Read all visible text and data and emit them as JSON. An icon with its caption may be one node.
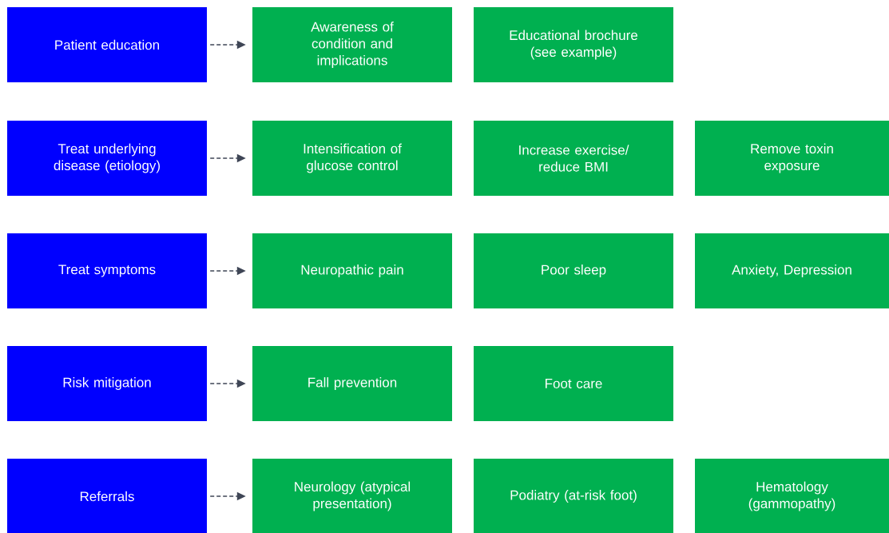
{
  "diagram": {
    "nodes": [
      {
        "text": [
          "Patient education"
        ]
      },
      {
        "text": [
          "Awareness of condition and implications"
        ]
      },
      {
        "text": [
          "Educational brochure (see example)"
        ]
      },
      {
        "text": [
          "Treat underlying disease (etiology)"
        ]
      },
      {
        "text": [
          "Intensification of glucose control"
        ]
      },
      {
        "text": [
          "Increase exercise/ reduce BMI"
        ]
      },
      {
        "text": [
          "Remove toxin exposure"
        ]
      },
      {
        "text": [
          "Treat symptoms"
        ]
      },
      {
        "text": [
          "Neuropathic pain"
        ]
      },
      {
        "text": [
          "Poor sleep"
        ]
      },
      {
        "text": [
          "Anxiety, Depression"
        ]
      },
      {
        "text": [
          "Risk mitigation"
        ]
      },
      {
        "text": [
          "Fall prevention"
        ]
      },
      {
        "text": [
          "Foot care"
        ]
      },
      {
        "text": [
          "Referrals"
        ]
      },
      {
        "text": [
          "Neurology (atypical presentation)"
        ]
      },
      {
        "text": [
          "Podiatry (at-risk foot)"
        ]
      },
      {
        "text": [
          "Hematology (gammopathy)"
        ]
      }
    ],
    "edges": [
      {
        "from": 0,
        "to": 1,
        "arrow": "to",
        "style": "dashed"
      },
      {
        "from": 3,
        "to": 4,
        "arrow": "to",
        "style": "dashed"
      },
      {
        "from": 7,
        "to": 8,
        "arrow": "to",
        "style": "dashed"
      },
      {
        "from": 11,
        "to": 12,
        "arrow": "to",
        "style": "dashed"
      },
      {
        "from": 14,
        "to": 15,
        "arrow": "to",
        "style": "dashed"
      }
    ]
  }
}
